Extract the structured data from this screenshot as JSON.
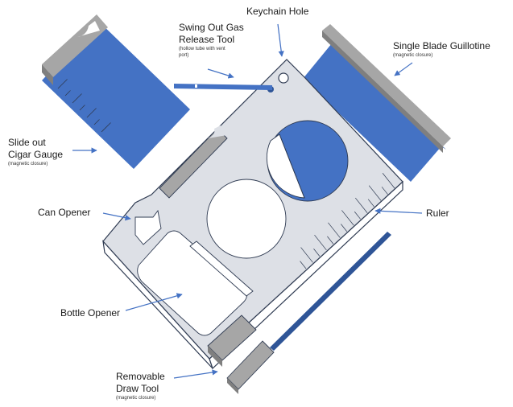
{
  "colors": {
    "blue": "#4472c4",
    "blue_dark": "#2f5597",
    "gray": "#a6a6a6",
    "gray_dark": "#7f7f7f",
    "card": "#dde0e6",
    "outline": "#2f3b52"
  },
  "labels": {
    "keychain": {
      "title": "Keychain Hole"
    },
    "gas": {
      "title_1": "Swing Out Gas",
      "title_2": "Release Tool",
      "note_1": "(hollow tube with vent",
      "note_2": "port)"
    },
    "guillotine": {
      "title": "Single Blade Guillotine",
      "note": "(magnetic closure)"
    },
    "cigar": {
      "title_1": "Slide out",
      "title_2": "Cigar Gauge",
      "note": "(magnetic closure)"
    },
    "can": {
      "title": "Can Opener"
    },
    "ruler": {
      "title": "Ruler"
    },
    "bottle": {
      "title": "Bottle Opener"
    },
    "draw": {
      "title_1": "Removable",
      "title_2": "Draw Tool",
      "note": "(magnetic closure)"
    }
  }
}
